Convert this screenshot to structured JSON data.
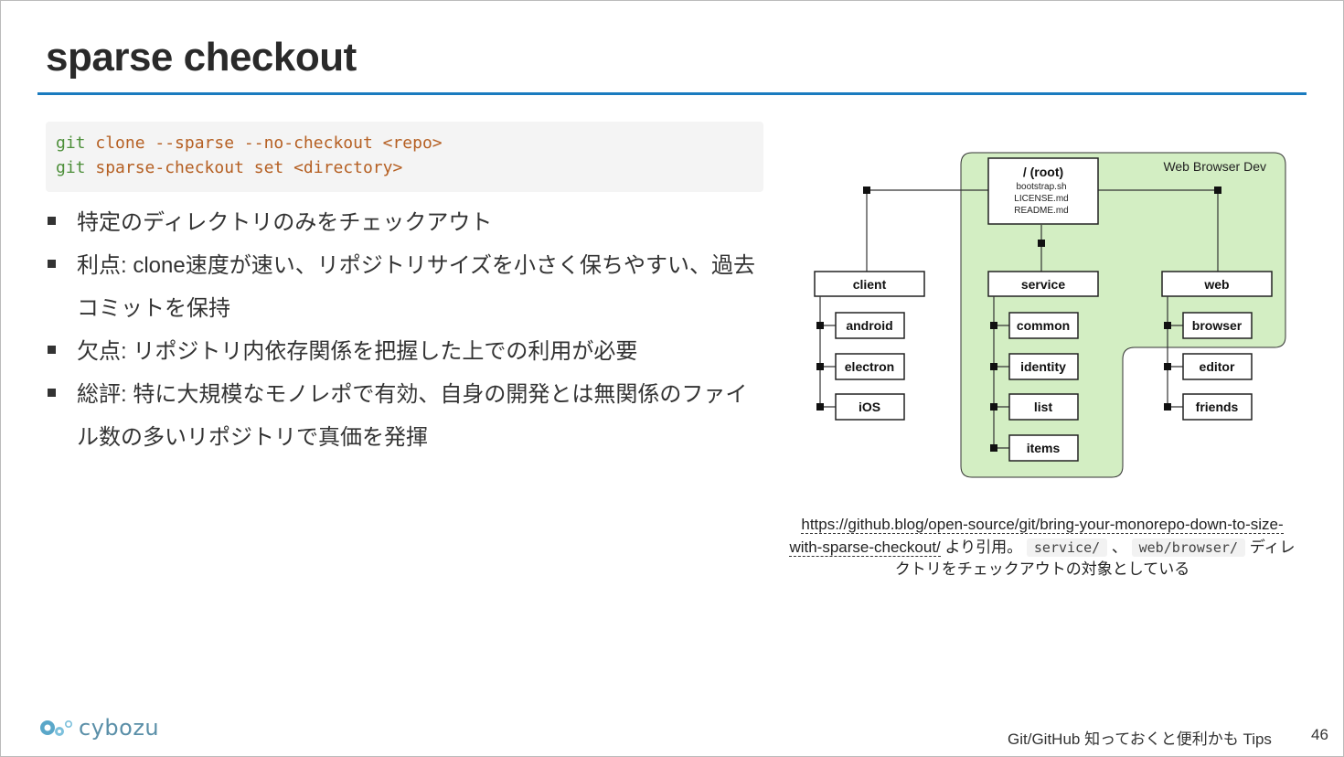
{
  "slide": {
    "title": "sparse checkout",
    "code_lines": [
      {
        "git": "git",
        "rest": " clone --sparse --no-checkout <repo>"
      },
      {
        "git": "git",
        "rest": " sparse-checkout set <directory>"
      }
    ],
    "bullets": [
      "特定のディレクトリのみをチェックアウト",
      "利点: clone速度が速い、リポジトリサイズを小さく保ちやすい、過去コミットを保持",
      "欠点: リポジトリ内依存関係を把握した上での利用が必要",
      "総評: 特に大規模なモノレポで有効、自身の開発とは無関係のファイル数の多いリポジトリで真価を発揮"
    ]
  },
  "diagram": {
    "highlight_label": "Web Browser Dev",
    "root": {
      "title": "/ (root)",
      "files": [
        "bootstrap.sh",
        "LICENSE.md",
        "README.md"
      ]
    },
    "client": {
      "label": "client",
      "children": [
        "android",
        "electron",
        "iOS"
      ]
    },
    "service": {
      "label": "service",
      "children": [
        "common",
        "identity",
        "list",
        "items"
      ]
    },
    "web": {
      "label": "web",
      "children": [
        "browser",
        "editor",
        "friends"
      ]
    },
    "colors": {
      "highlight_fill": "#d3eec3",
      "highlight_stroke": "#333333"
    }
  },
  "caption": {
    "link_text": "https://github.blog/open-source/git/bring-your-monorepo-down-to-size-with-sparse-checkout/",
    "quote_note": " より引用。",
    "code1": "service/",
    "separator": " 、",
    "code2": "web/browser/",
    "tail": " ディレクトリをチェックアウトの対象としている"
  },
  "footer": {
    "logo_text": "cybozu",
    "deck_title": "Git/GitHub 知っておくと便利かも Tips",
    "page_number": "46"
  }
}
